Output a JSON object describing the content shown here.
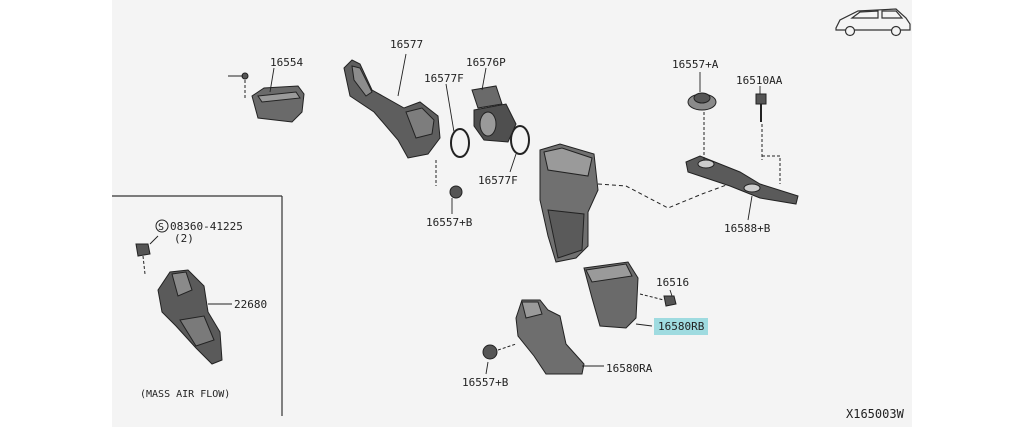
{
  "diagram_code": "X165003W",
  "inset": {
    "bolt_code": "08360-41225",
    "bolt_qty": "(2)",
    "sensor_part": "22680",
    "caption": "(MASS AIR FLOW)"
  },
  "parts": {
    "p16554": "16554",
    "p16577": "16577",
    "p16576P": "16576P",
    "p16577F_top": "16577F",
    "p16577F_bottom": "16577F",
    "p16557A": "16557+A",
    "p16510AA": "16510AA",
    "p16557B_upper": "16557+B",
    "p16588B": "16588+B",
    "p16516": "16516",
    "p16580RB": "16580RB",
    "p16580RA": "16580RA",
    "p16557B_lower": "16557+B"
  },
  "highlight_color": "#9fdbe0"
}
